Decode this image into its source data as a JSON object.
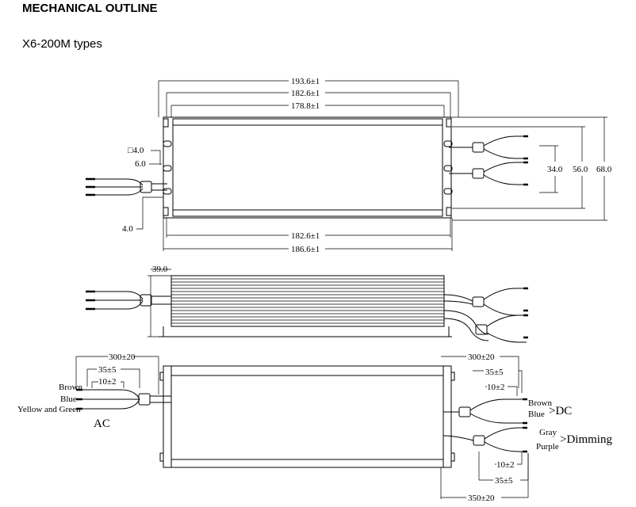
{
  "header": {
    "title": "MECHANICAL OUTLINE",
    "subtitle": "X6-200M types"
  },
  "top_view": {
    "dim_overall": "193.6±1",
    "dim_mount": "182.6±1",
    "dim_body": "178.8±1",
    "dim_bottom_1": "182.6±1",
    "dim_bottom_2": "186.6±1",
    "dim_square": "□4.0",
    "dim_slot": "6.0",
    "dim_hole": "4.0",
    "dim_h1": "34.0",
    "dim_h2": "56.0",
    "dim_h3": "68.0"
  },
  "side_view": {
    "dim_height": "39.0"
  },
  "bottom_view": {
    "left_len": "300±20",
    "left_strip": "35±5",
    "left_tip": "10±2",
    "wire_brown": "Brown",
    "wire_blue": "Blue",
    "wire_yg": "Yellow and Green",
    "ac_label": "AC",
    "right_top_len": "300±20",
    "right_top_strip": "35±5",
    "right_top_tip": "10±2",
    "dc_brown": "Brown",
    "dc_blue": "Blue",
    "dc_label": ">DC",
    "dim_gray": "Gray",
    "dim_purple": "Purple",
    "dim_label": ">Dimming",
    "right_bot_tip": "10±2",
    "right_bot_strip": "35±5",
    "right_bot_len": "350±20"
  }
}
